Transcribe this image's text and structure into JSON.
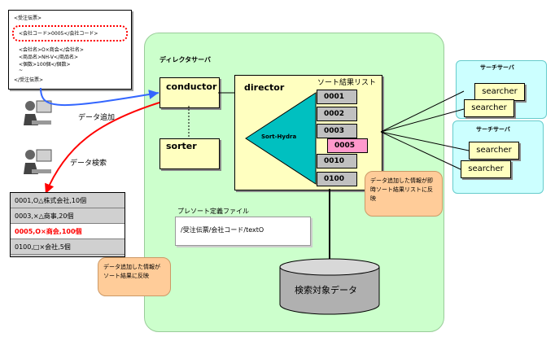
{
  "doc": {
    "lines": [
      "<受注伝票>",
      "<会社コード>0005</会社コード>",
      "<会社名>O×商会</会社名>",
      "<商品名>NH-V</商品名>",
      "<個数>100個</個数>",
      "~",
      "</受注伝票>"
    ]
  },
  "directa_server": {
    "title": "ディレクタサーバ"
  },
  "conductor": {
    "label": "conductor"
  },
  "sorter": {
    "label": "sorter"
  },
  "director": {
    "label": "director"
  },
  "sort_result_list": {
    "title": "ソート結果リスト",
    "slots": [
      "0001",
      "0002",
      "0003",
      "0005",
      "0010",
      "0100"
    ]
  },
  "sort_hydra": {
    "label": "Sort-Hydra"
  },
  "search_servers": {
    "title": "サーチサーバ",
    "searcher_label": "searcher"
  },
  "arrows": {
    "add_label": "データ追加",
    "search_label": "データ検索"
  },
  "preset": {
    "title": "プレソート定義ファイル",
    "content": "/受注伝票/会社コード/textO"
  },
  "database": {
    "label": "検索対象データ"
  },
  "results": {
    "rows": [
      "0001,O△株式会社,10個",
      "0003,×△商事,20個",
      "0005,O×商会,100個",
      "0100,□×会社,5個"
    ],
    "highlight_index": 2
  },
  "callouts": {
    "upper": "データ追加した情報が即時ソート結果リストに反映",
    "lower": "データ追加した情報がソート結果に反映"
  },
  "colors": {
    "green_panel": "#ccffcc",
    "yellow_box": "#ffffc0",
    "highlight_red": "#ff0000",
    "pink": "#ff99cc",
    "callout": "#ffcc99"
  }
}
